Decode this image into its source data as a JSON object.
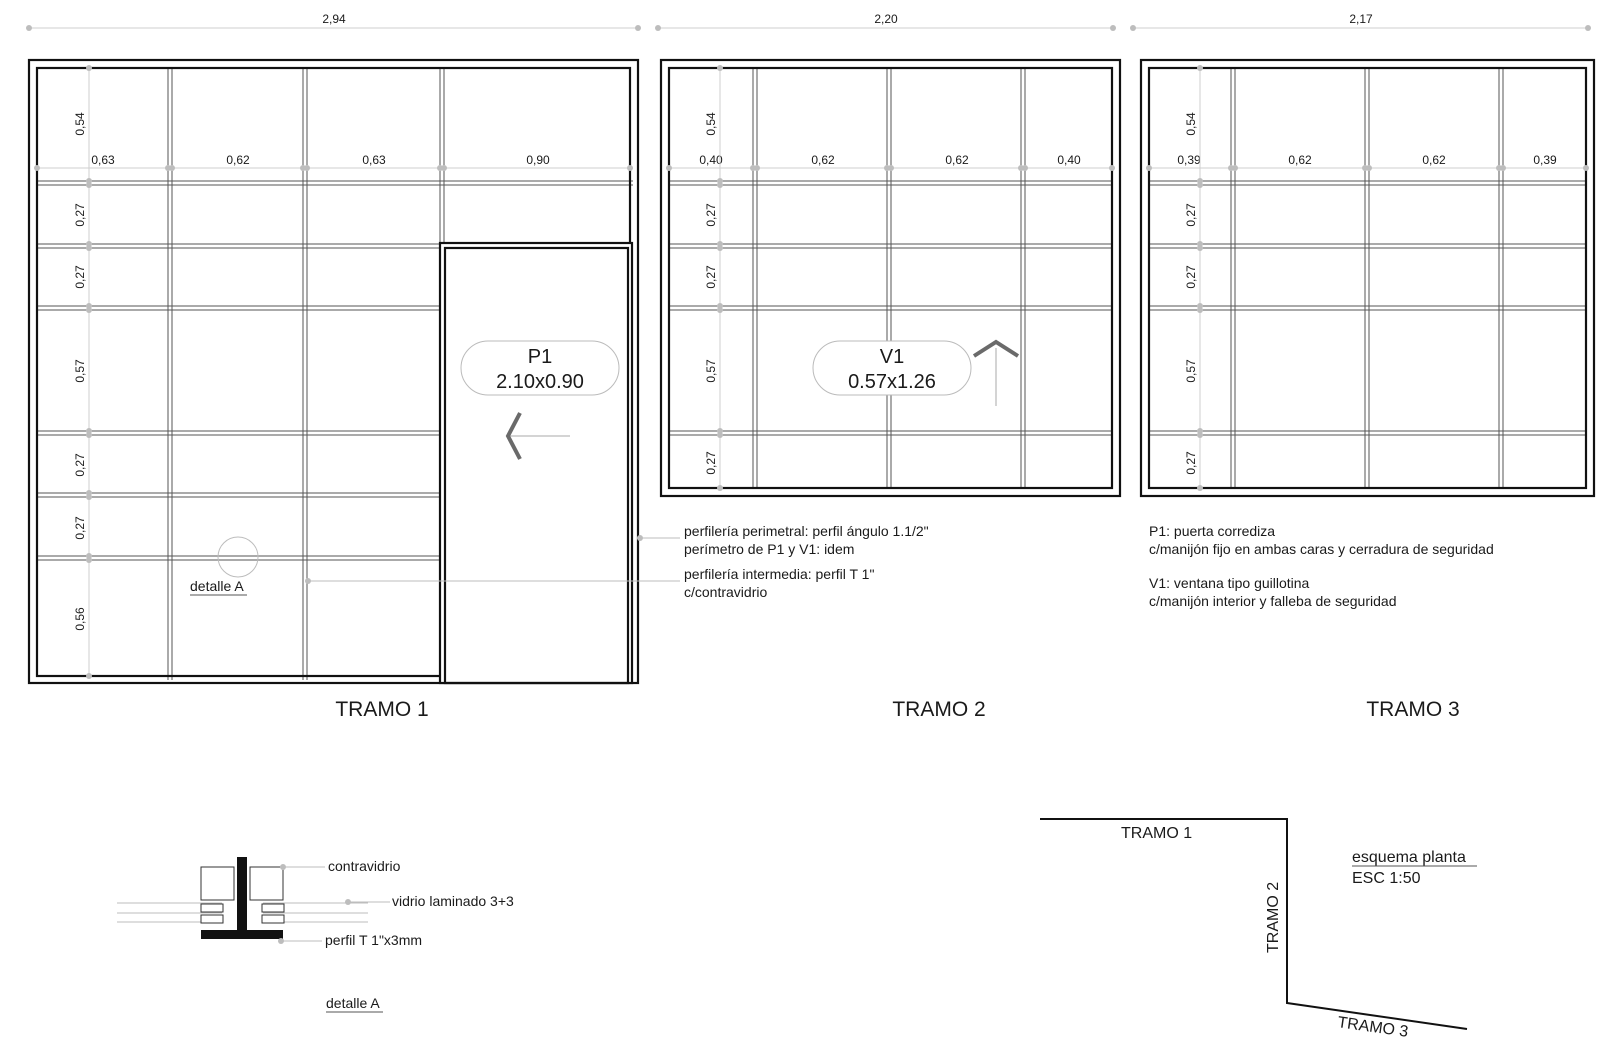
{
  "overall_dims": [
    "2,94",
    "2,20",
    "2,17"
  ],
  "tramo1": {
    "title": "TRAMO 1",
    "col_dims": [
      "0,63",
      "0,62",
      "0,63",
      "0,90"
    ],
    "row_dims": [
      "0,54",
      "0,27",
      "0,27",
      "0,57",
      "0,27",
      "0,27",
      "0,56"
    ],
    "door": {
      "code": "P1",
      "size": "2.10x0.90"
    },
    "detail_ref": "detalle A"
  },
  "tramo2": {
    "title": "TRAMO 2",
    "col_dims": [
      "0,40",
      "0,62",
      "0,62",
      "0,40"
    ],
    "row_dims": [
      "0,54",
      "0,27",
      "0,27",
      "0,57",
      "0,27"
    ],
    "window": {
      "code": "V1",
      "size": "0.57x1.26"
    }
  },
  "tramo3": {
    "title": "TRAMO 3",
    "col_dims": [
      "0,39",
      "0,62",
      "0,62",
      "0,39"
    ],
    "row_dims": [
      "0,54",
      "0,27",
      "0,27",
      "0,57",
      "0,27"
    ]
  },
  "notes_profiles": [
    "perfilería perimetral: perfil ángulo 1.1/2\"",
    "perímetro de P1 y V1: idem",
    "perfilería intermedia: perfil T 1\"",
    "c/contravidrio"
  ],
  "notes_openings": [
    "P1: puerta corrediza",
    "c/manijón fijo en ambas caras y cerradura de seguridad",
    "V1: ventana tipo guillotina",
    "c/manijón interior y falleba de seguridad"
  ],
  "detail": {
    "labels": [
      "contravidrio",
      "vidrio laminado 3+3",
      "perfil T 1\"x3mm"
    ],
    "title": "detalle A"
  },
  "scheme": {
    "labels": [
      "TRAMO 1",
      "TRAMO 2",
      "TRAMO 3"
    ],
    "title": "esquema planta",
    "scale": "ESC 1:50"
  }
}
